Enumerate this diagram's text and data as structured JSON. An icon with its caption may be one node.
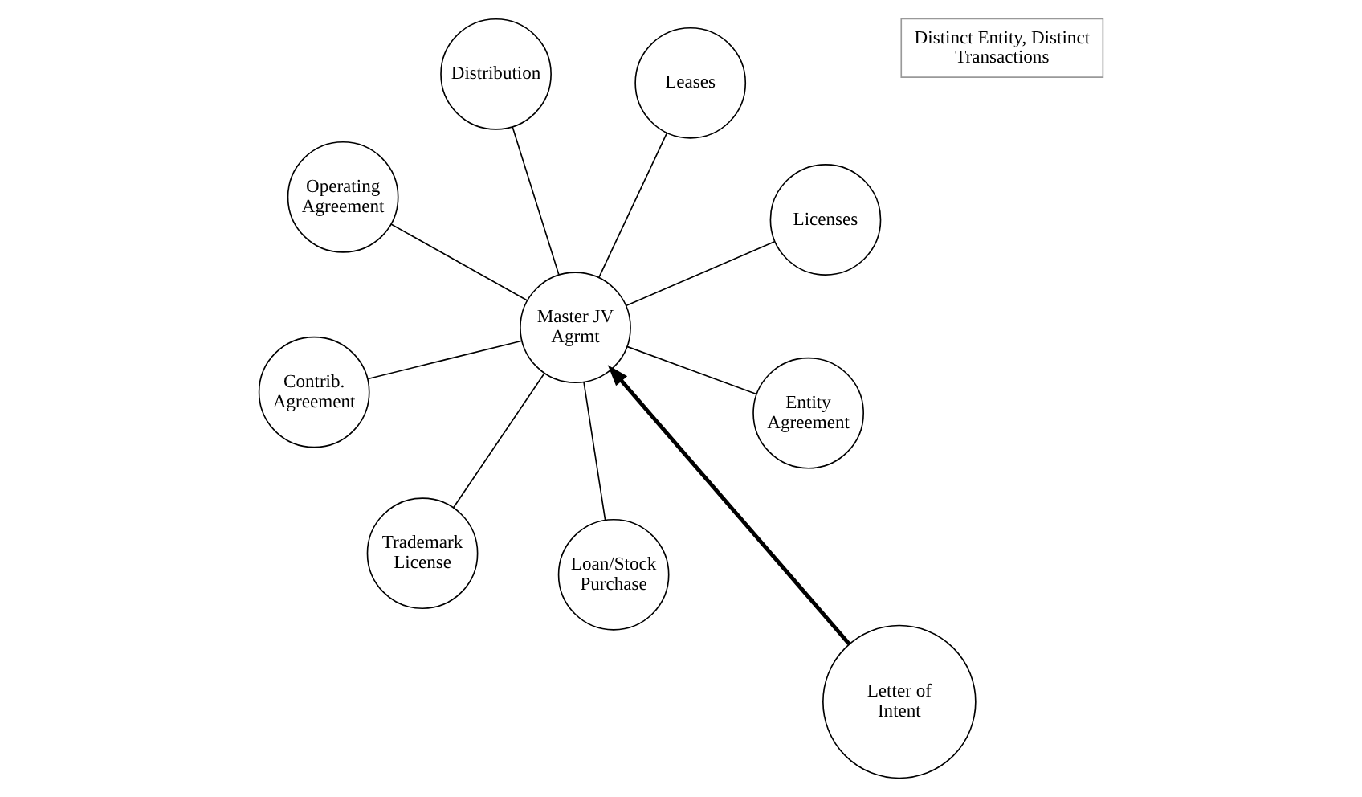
{
  "diagram": {
    "nodes": [
      {
        "text": [
          "Distinct Entity, Distinct Transactions"
        ]
      },
      {
        "text": [
          "Master JV Agrmt"
        ]
      },
      {
        "text": [
          "Licenses"
        ]
      },
      {
        "text": [
          "Trademark License"
        ]
      },
      {
        "text": [
          "Operating Agreement"
        ]
      },
      {
        "text": [
          "Leases"
        ]
      },
      {
        "text": [
          "Distribution"
        ]
      },
      {
        "text": [
          "Contrib. Agreement"
        ]
      },
      {
        "text": [
          "Entity Agreement"
        ]
      },
      {
        "text": [
          "Loan/Stock Purchase"
        ]
      },
      {
        "text": [
          "Letter of Intent"
        ]
      }
    ],
    "edges": [
      {
        "from": 1,
        "to": 2,
        "arrow": "none"
      },
      {
        "from": 1,
        "to": 3,
        "arrow": "none"
      },
      {
        "from": 1,
        "to": 4,
        "arrow": "none"
      },
      {
        "from": 1,
        "to": 5,
        "arrow": "none"
      },
      {
        "from": 1,
        "to": 6,
        "arrow": "none"
      },
      {
        "from": 1,
        "to": 7,
        "arrow": "none"
      },
      {
        "from": 1,
        "to": 8,
        "arrow": "none"
      },
      {
        "from": 1,
        "to": 9,
        "arrow": "none"
      },
      {
        "from": 10,
        "to": 1,
        "arrow": "to",
        "style": "thick"
      }
    ]
  }
}
